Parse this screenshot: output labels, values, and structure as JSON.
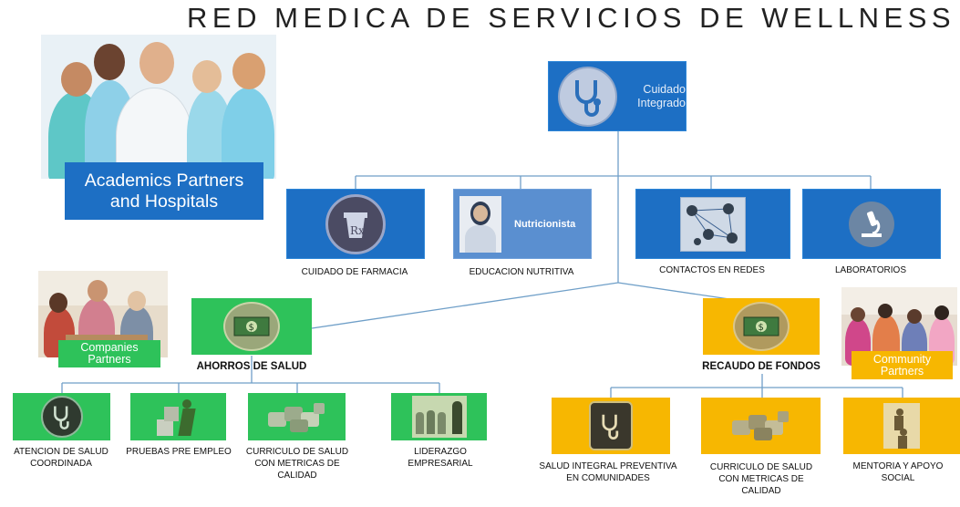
{
  "title": "RED MEDICA DE SERVICIOS DE WELLNESS",
  "root": {
    "label_line1": "Cuidado",
    "label_line2": "Integrado",
    "icon": "stethoscope-icon"
  },
  "tier1": [
    {
      "caption": "CUIDADO DE FARMACIA",
      "icon": "pharmacy-rx-icon"
    },
    {
      "caption": "EDUCACION NUTRITIVA",
      "inner_label": "Nutricionista",
      "icon": "nutritionist-icon"
    },
    {
      "caption": "CONTACTOS EN REDES",
      "icon": "network-contacts-icon"
    },
    {
      "caption": "LABORATORIOS",
      "icon": "microscope-icon"
    }
  ],
  "groups": {
    "ahorros": {
      "label": "AHORROS DE SALUD",
      "icon": "money-icon"
    },
    "recaudo": {
      "label": "RECAUDO DE FONDOS",
      "icon": "money-icon"
    }
  },
  "ahorros_children": [
    {
      "caption": "ATENCION DE SALUD COORDINADA",
      "icon": "stethoscope-icon"
    },
    {
      "caption": "PRUEBAS PRE EMPLEO",
      "icon": "worker-boxes-icon"
    },
    {
      "caption": "CURRICULO DE SALUD CON METRICAS DE CALIDAD",
      "icon": "puzzle-people-icon"
    },
    {
      "caption": "LIDERAZGO EMPRESARIAL",
      "icon": "leader-group-icon"
    }
  ],
  "recaudo_children": [
    {
      "caption": "SALUD INTEGRAL PREVENTIVA EN COMUNIDADES",
      "icon": "stethoscope-icon"
    },
    {
      "caption": "CURRICULO DE SALUD CON METRICAS DE CALIDAD",
      "icon": "puzzle-people-icon"
    },
    {
      "caption": "MENTORIA Y APOYO SOCIAL",
      "icon": "climbing-help-icon"
    }
  ],
  "partners": {
    "academics": {
      "line1": "Academics Partners",
      "line2": "and Hospitals"
    },
    "companies": {
      "line1": "Companies",
      "line2": "Partners"
    },
    "community": {
      "line1": "Community",
      "line2": "Partners"
    }
  },
  "colors": {
    "blue": "#1d6fc4",
    "green": "#2ec25a",
    "gold": "#f7b701",
    "line": "#6f9fc8"
  }
}
